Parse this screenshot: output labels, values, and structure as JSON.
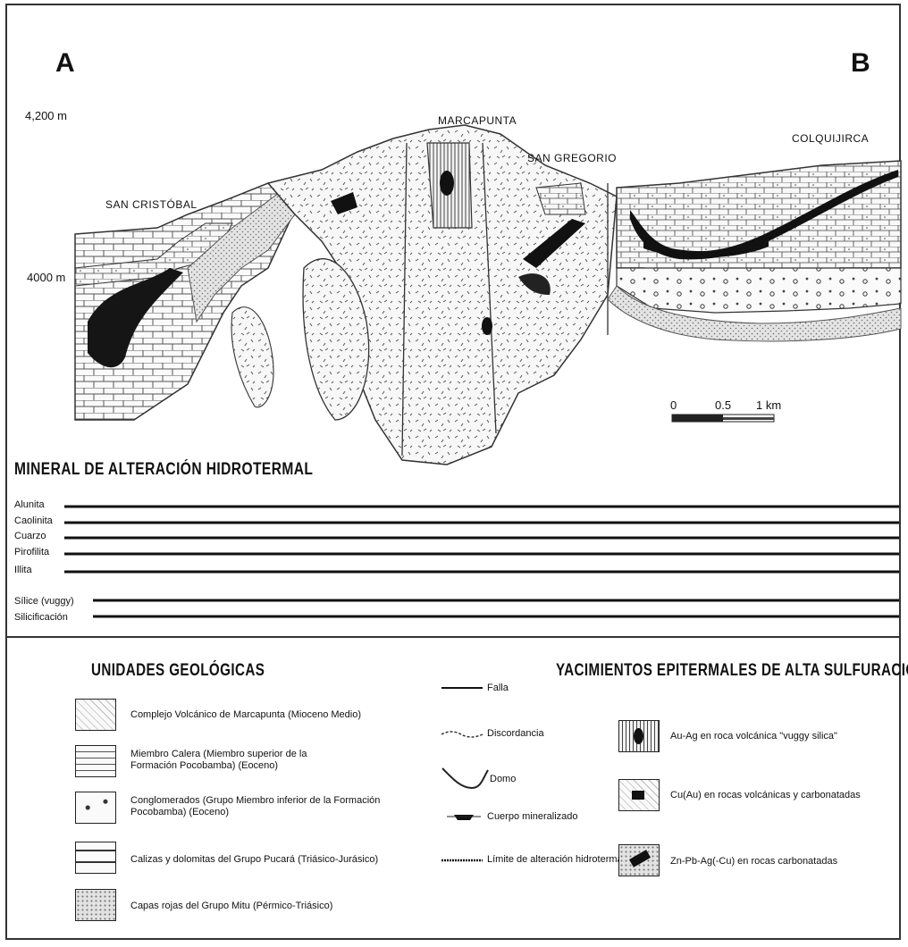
{
  "section": {
    "corner_left": "A",
    "corner_right": "B",
    "elev_top": "4,200 m",
    "elev_mid": "4000 m",
    "places": [
      "MARCAPUNTA",
      "SAN GREGORIO",
      "SAN CRISTÓBAL",
      "COLQUIJIRCA"
    ],
    "scale": {
      "labels": [
        "0",
        "0.5",
        "1 km"
      ]
    }
  },
  "minerals": {
    "title": "MINERAL DE ALTERACIÓN HIDROTERMAL",
    "rows": [
      "Alunita",
      "Caolinita",
      "Cuarzo",
      "Pirofilita",
      "Illita",
      "Sílice (vuggy)",
      "Silicificación"
    ]
  },
  "legend": {
    "units_title": "UNIDADES GEOLÓGICAS",
    "units": [
      "Complejo Volcánico de Marcapunta (Mioceno Medio)",
      "Miembro Calera (Miembro superior de la Formación Pocobamba) (Eoceno)",
      "Conglomerados (Grupo Miembro inferior de la Formación Pocobamba) (Eoceno)",
      "Calizas y dolomitas del Grupo Pucará (Triásico-Jurásico)",
      "Capas rojas del Grupo Mitu (Pérmico-Triásico)"
    ],
    "structures": [
      "Falla",
      "Discordancia",
      "Domo",
      "Cuerpo mineralizado",
      "Límite de alteración hidrotermal"
    ],
    "deposits_title": "YACIMIENTOS EPITERMALES DE ALTA SULFURACIÓN",
    "deposits": [
      "Au-Ag en roca volcánica \"vuggy silica\"",
      "Cu(Au) en rocas volcánicas y carbonatadas",
      "Zn-Pb-Ag(-Cu) en rocas carbonatadas"
    ]
  }
}
